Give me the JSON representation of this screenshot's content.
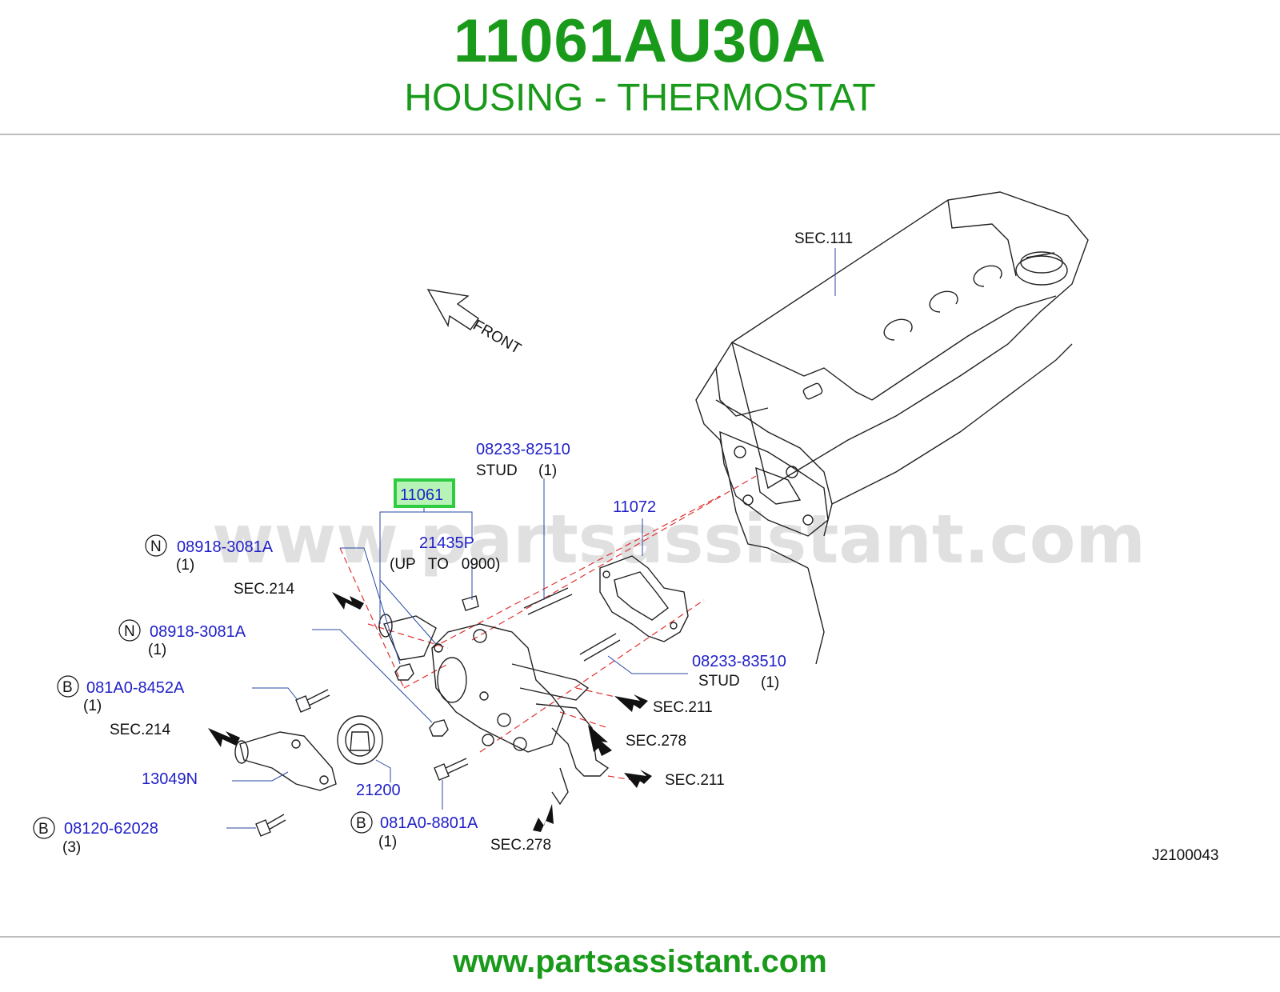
{
  "header": {
    "part_number": "11061AU30A",
    "part_name": "HOUSING - THERMOSTAT"
  },
  "footer": {
    "url": "www.partsassistant.com"
  },
  "watermark": "www.partsassistant.com",
  "diagram_code": "J2100043",
  "front_label": "FRONT",
  "section_labels": {
    "sec111": "SEC.111",
    "sec214_a": "SEC.214",
    "sec214_b": "SEC.214",
    "sec211_a": "SEC.211",
    "sec211_b": "SEC.211",
    "sec278_a": "SEC.278",
    "sec278_b": "SEC.278"
  },
  "callouts": {
    "stud_top": {
      "part": "08233-82510",
      "desc": "STUD",
      "qty": "(1)"
    },
    "housing": {
      "part": "11061"
    },
    "gasket": {
      "part": "11072"
    },
    "label_21435": {
      "part": "21435P",
      "note": "(UP   TO   0900)"
    },
    "nut_a": {
      "badge": "N",
      "part": "08918-3081A",
      "qty": "(1)"
    },
    "nut_b": {
      "badge": "N",
      "part": "08918-3081A",
      "qty": "(1)"
    },
    "bolt_a": {
      "badge": "B",
      "part": "081A0-8452A",
      "qty": "(1)"
    },
    "stud_bottom": {
      "part": "08233-83510",
      "desc": "STUD",
      "qty": "(1)"
    },
    "water_outlet": {
      "part": "13049N"
    },
    "thermostat": {
      "part": "21200"
    },
    "bolt_b": {
      "badge": "B",
      "part": "08120-62028",
      "qty": "(3)"
    },
    "bolt_c": {
      "badge": "B",
      "part": "081A0-8801A",
      "qty": "(1)"
    }
  },
  "colors": {
    "brand": "#1a9a1a",
    "part_link": "#1f1fc8",
    "highlight": "#2ecc40"
  }
}
